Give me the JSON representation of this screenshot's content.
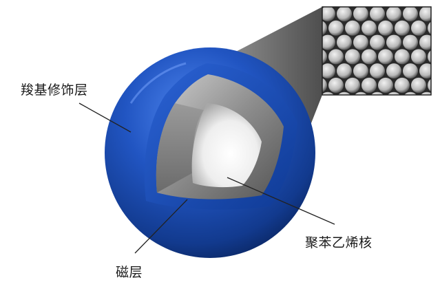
{
  "labels": {
    "carboxyl_layer": "羧基修饰层",
    "polystyrene_core": "聚苯乙烯核",
    "magnetic_layer": "磁层"
  },
  "colors": {
    "shell_blue": "#1f55c4",
    "shell_dark": "#0c2e7a",
    "magnetic_gray": "#8a8a8a",
    "core_white": "#f4f4f4",
    "callout_gray": "#555555"
  },
  "icons": {
    "micrograph": "sem-micrograph-hexagonal-beads"
  }
}
